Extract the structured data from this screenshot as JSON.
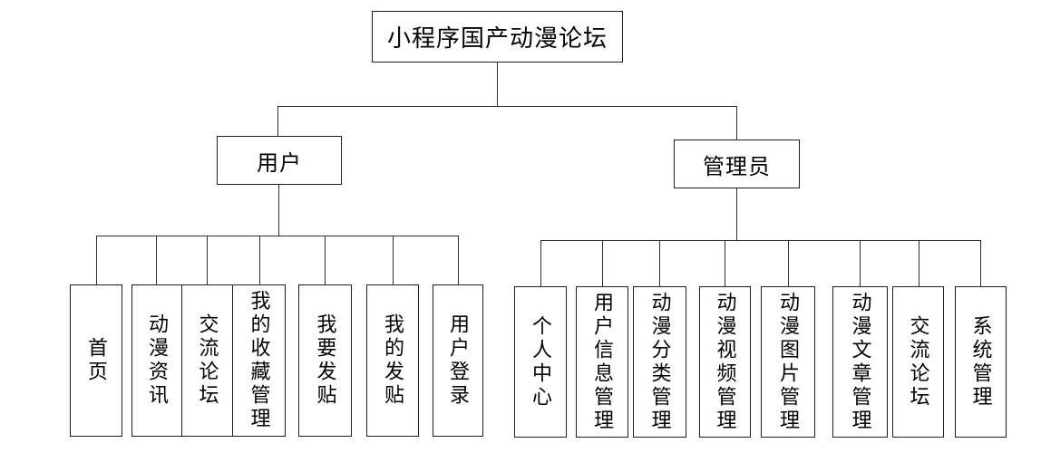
{
  "diagram": {
    "title": "小程序国产动漫论坛",
    "root": {
      "label": "小程序国产动漫论坛"
    },
    "branches": [
      {
        "label": "用户",
        "children": [
          "首页",
          "动漫资讯",
          "交流论坛",
          "我的收藏管理",
          "我要发贴",
          "我的发贴",
          "用户登录"
        ]
      },
      {
        "label": "管理员",
        "children": [
          "个人中心",
          "用户信息管理",
          "动漫分类管理",
          "动漫视频管理",
          "动漫图片管理",
          "动漫文章管理",
          "交流论坛",
          "系统管理"
        ]
      }
    ],
    "colors": {
      "background": "#ffffff",
      "line": "#2e2e2e",
      "box_border": "#1f1f1f",
      "text": "#000000"
    }
  }
}
